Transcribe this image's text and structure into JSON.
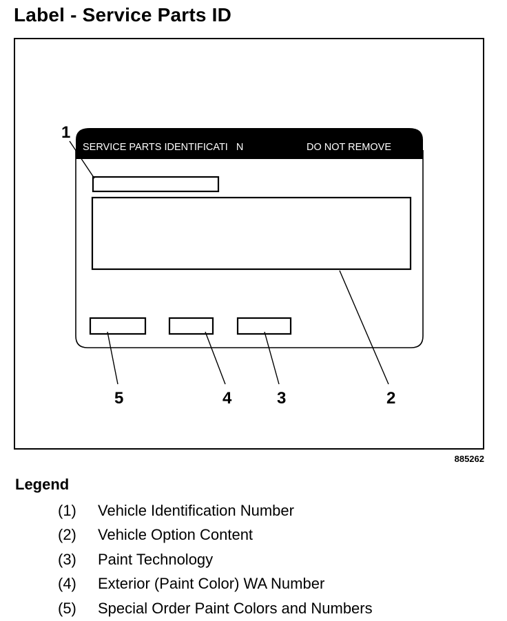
{
  "header": {
    "title": "Label - Service Parts ID"
  },
  "diagram": {
    "label_header_text_left": "SERVICE PARTS IDENTIFICATI   N",
    "label_header_text_right": "DO NOT REMOVE",
    "callouts": [
      "1",
      "2",
      "3",
      "4",
      "5"
    ],
    "figure_id": "885262"
  },
  "legend": {
    "heading": "Legend",
    "items": [
      {
        "num": "(1)",
        "text": "Vehicle Identification Number"
      },
      {
        "num": "(2)",
        "text": "Vehicle Option Content"
      },
      {
        "num": "(3)",
        "text": "Paint Technology"
      },
      {
        "num": "(4)",
        "text": "Exterior (Paint Color) WA Number"
      },
      {
        "num": "(5)",
        "text": "Special Order Paint Colors and Numbers"
      }
    ]
  }
}
